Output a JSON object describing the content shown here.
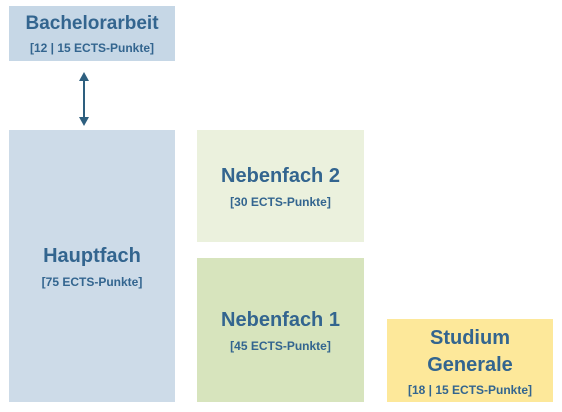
{
  "bachelorarbeit": {
    "title": "Bachelorarbeit",
    "ects": "[12 | 15 ECTS-Punkte]"
  },
  "hauptfach": {
    "title": "Hauptfach",
    "ects": "[75 ECTS-Punkte]"
  },
  "nebenfach2": {
    "title": "Nebenfach 2",
    "ects": "[30 ECTS-Punkte]"
  },
  "nebenfach1": {
    "title": "Nebenfach 1",
    "ects": "[45 ECTS-Punkte]"
  },
  "studium_generale": {
    "title_line1": "Studium",
    "title_line2": "Generale",
    "ects": "[18 | 15 ECTS-Punkte]"
  },
  "colors": {
    "text": "#33658f",
    "arrow": "#2e5f7f",
    "bachelor_fill": "#c6d7e6",
    "hauptfach_fill": "#cddbe8",
    "nebenfach2_fill": "#ebf1dd",
    "nebenfach1_fill": "#d7e4bd",
    "studium_fill": "#fde89a"
  }
}
